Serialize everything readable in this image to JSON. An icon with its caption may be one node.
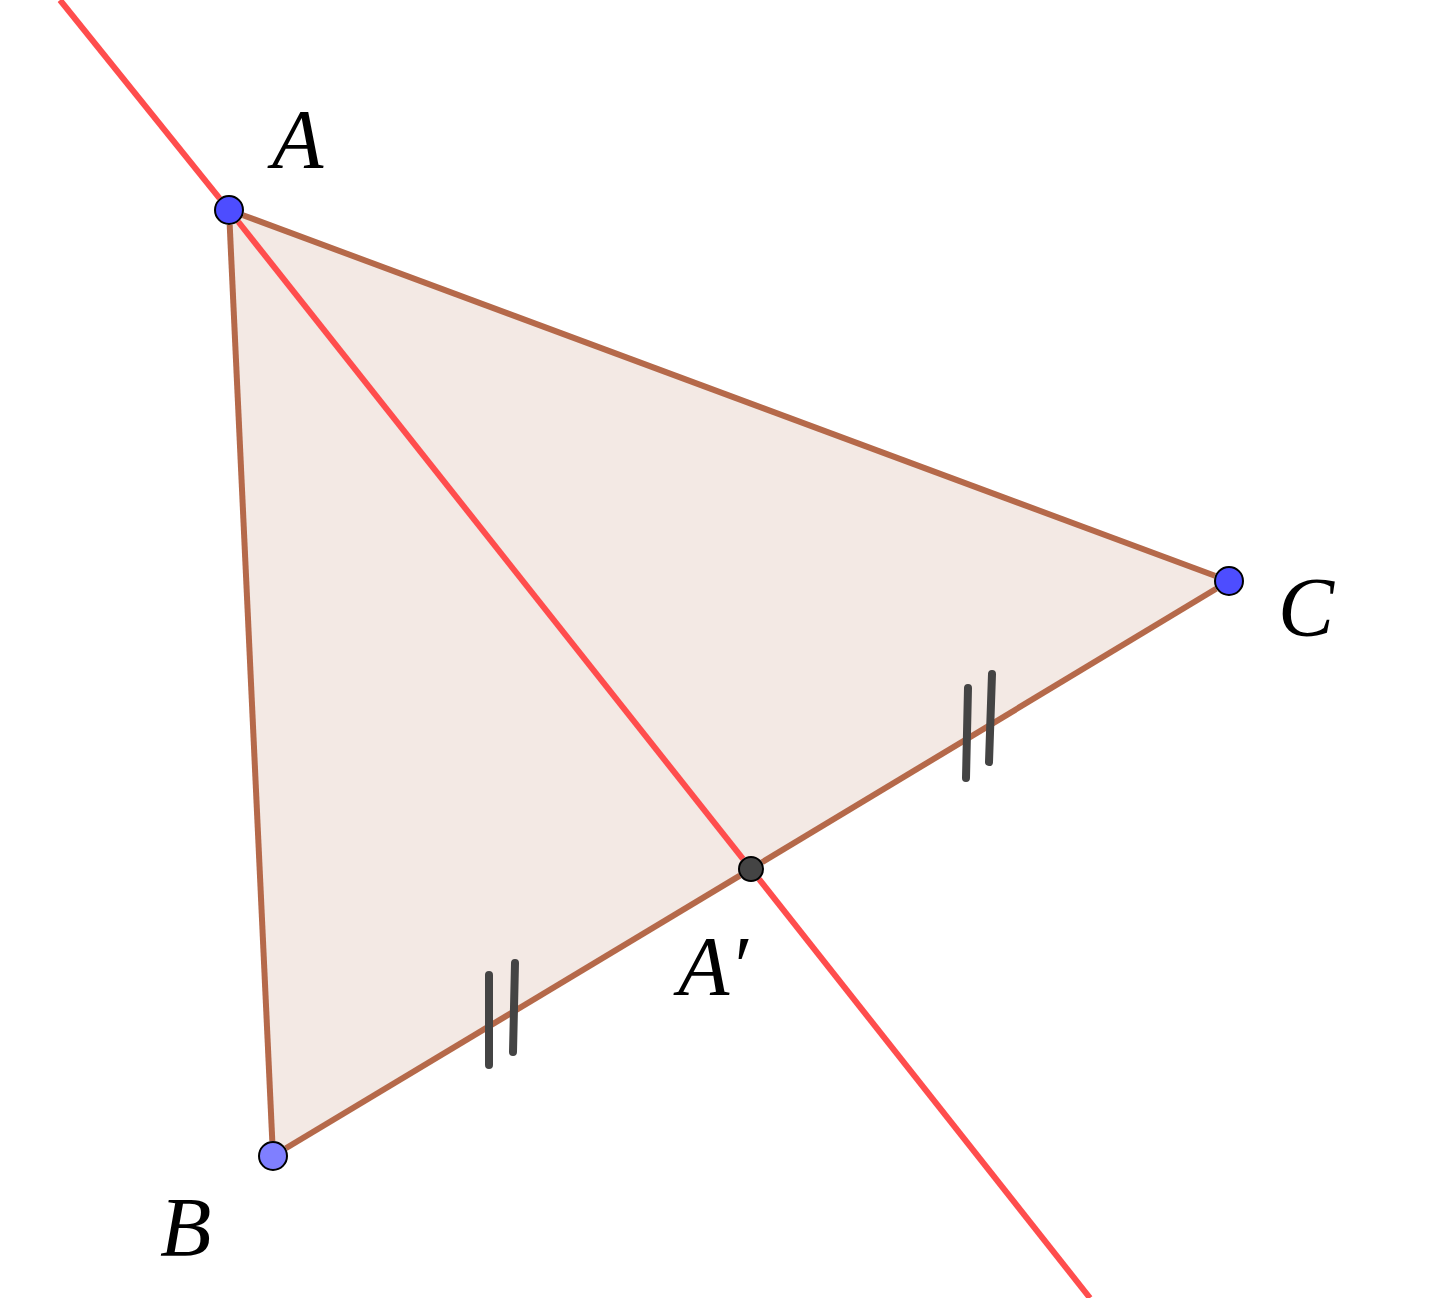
{
  "diagram": {
    "nodes": [
      {
        "text": [
          "A"
        ]
      },
      {
        "text": [
          "B"
        ]
      },
      {
        "text": [
          "C"
        ]
      },
      {
        "text": [
          "A′"
        ]
      }
    ],
    "edges": [
      {
        "from": 0,
        "to": 1,
        "arrow": "none"
      },
      {
        "from": 1,
        "to": 3,
        "arrow": "none"
      },
      {
        "from": 3,
        "to": 2,
        "arrow": "none"
      },
      {
        "from": 2,
        "to": 0,
        "arrow": "none"
      },
      {
        "from": null,
        "to": 0,
        "arrow": "none",
        "color": "#ff4d4d"
      },
      {
        "from": 0,
        "to": 3,
        "arrow": "none",
        "color": "#ff4d4d"
      },
      {
        "from": 3,
        "to": null,
        "arrow": "none",
        "color": "#ff4d4d"
      }
    ]
  }
}
